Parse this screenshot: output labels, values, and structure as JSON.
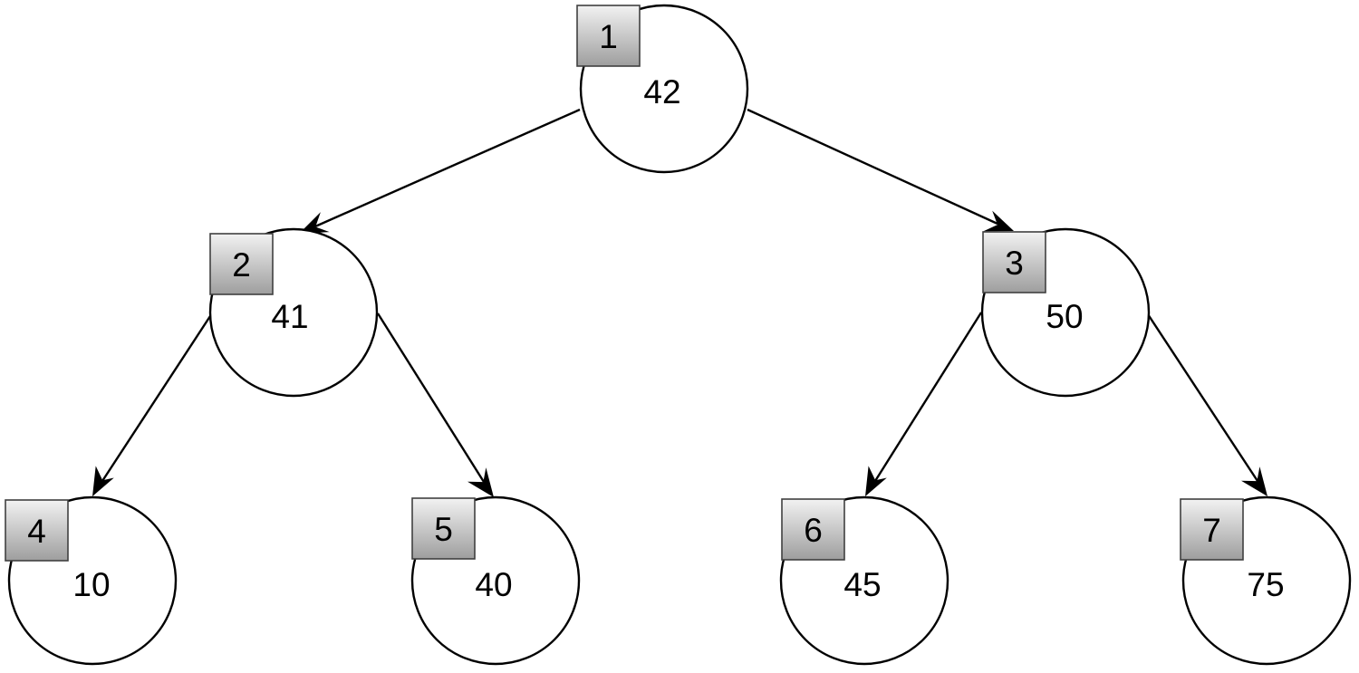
{
  "diagram": {
    "nodes": [
      {
        "index": "1",
        "value": "42"
      },
      {
        "index": "2",
        "value": "41"
      },
      {
        "index": "3",
        "value": "50"
      },
      {
        "index": "4",
        "value": "10"
      },
      {
        "index": "5",
        "value": "40"
      },
      {
        "index": "6",
        "value": "45"
      },
      {
        "index": "7",
        "value": "75"
      }
    ],
    "edges": [
      {
        "from": "1",
        "to": "2"
      },
      {
        "from": "1",
        "to": "3"
      },
      {
        "from": "2",
        "to": "4"
      },
      {
        "from": "2",
        "to": "5"
      },
      {
        "from": "3",
        "to": "6"
      },
      {
        "from": "3",
        "to": "7"
      }
    ],
    "colors": {
      "circle_stroke": "#000000",
      "circle_fill": "#ffffff",
      "index_box_light": "#f2f2f2",
      "index_box_dark": "#9e9e9e",
      "edge": "#000000"
    }
  }
}
